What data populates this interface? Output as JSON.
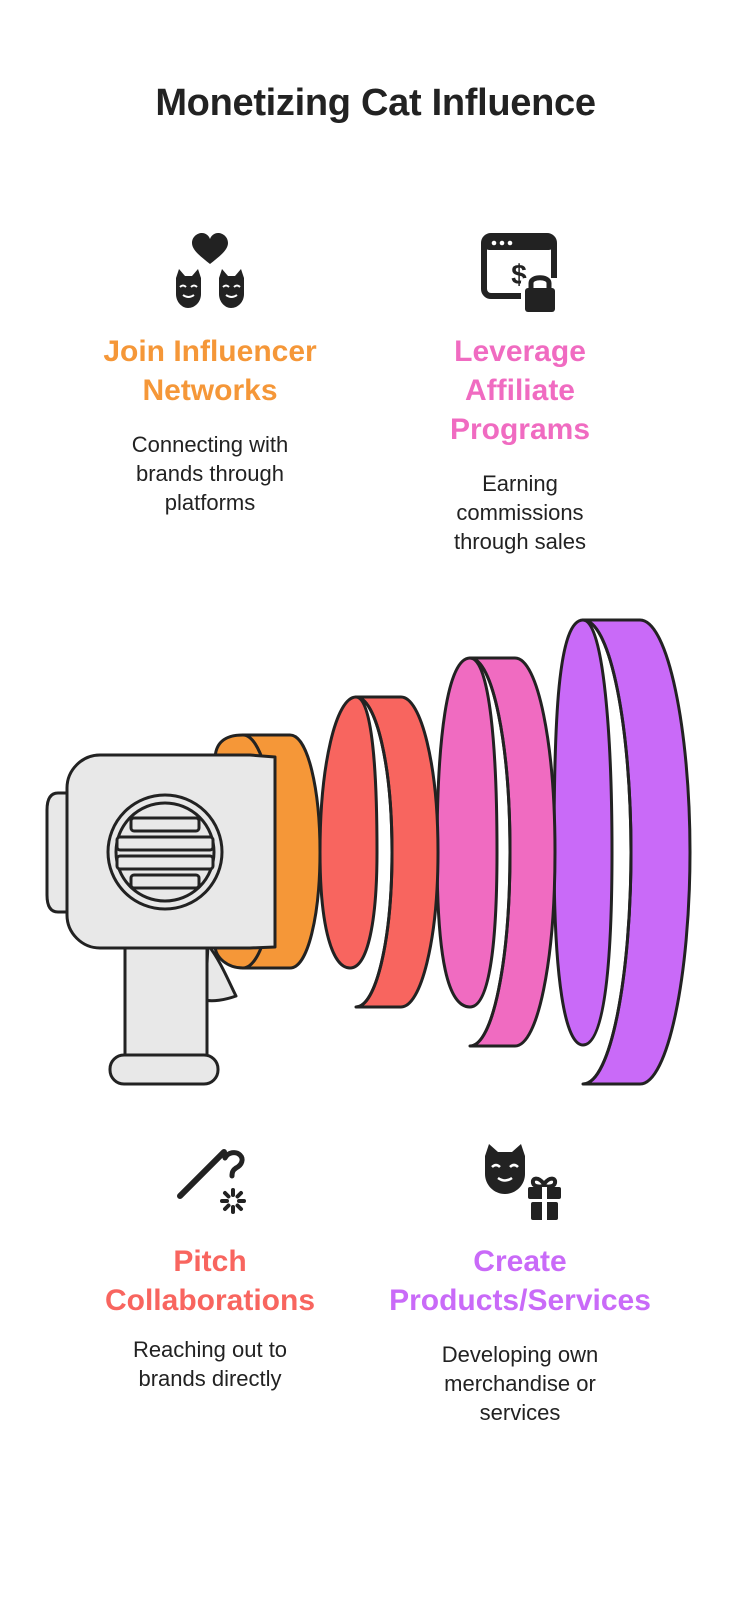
{
  "title": "Monetizing Cat Influence",
  "cards": [
    {
      "heading_lines": [
        "Join Influencer",
        "Networks"
      ],
      "desc_lines": [
        "Connecting with",
        "brands through",
        "platforms"
      ],
      "color": "#F59738",
      "icon": "heart-cats-icon"
    },
    {
      "heading_lines": [
        "Leverage",
        "Affiliate",
        "Programs"
      ],
      "desc_lines": [
        "Earning",
        "commissions",
        "through sales"
      ],
      "color": "#F06BC1",
      "icon": "dollar-browser-lock-icon"
    },
    {
      "heading_lines": [
        "Pitch",
        "Collaborations"
      ],
      "desc_lines": [
        "Reaching out to",
        "brands directly"
      ],
      "color": "#F8655F",
      "icon": "cat-toy-wand-icon"
    },
    {
      "heading_lines": [
        "Create",
        "Products/Services"
      ],
      "desc_lines": [
        "Developing own",
        "merchandise or",
        "services"
      ],
      "color": "#C96AF8",
      "icon": "cat-gift-icon"
    }
  ],
  "colors": {
    "orange": "#F59738",
    "red": "#F8655F",
    "pink": "#F06BC1",
    "purple": "#C96AF8",
    "megaphone_body": "#E8E8E8",
    "outline": "#222222"
  }
}
